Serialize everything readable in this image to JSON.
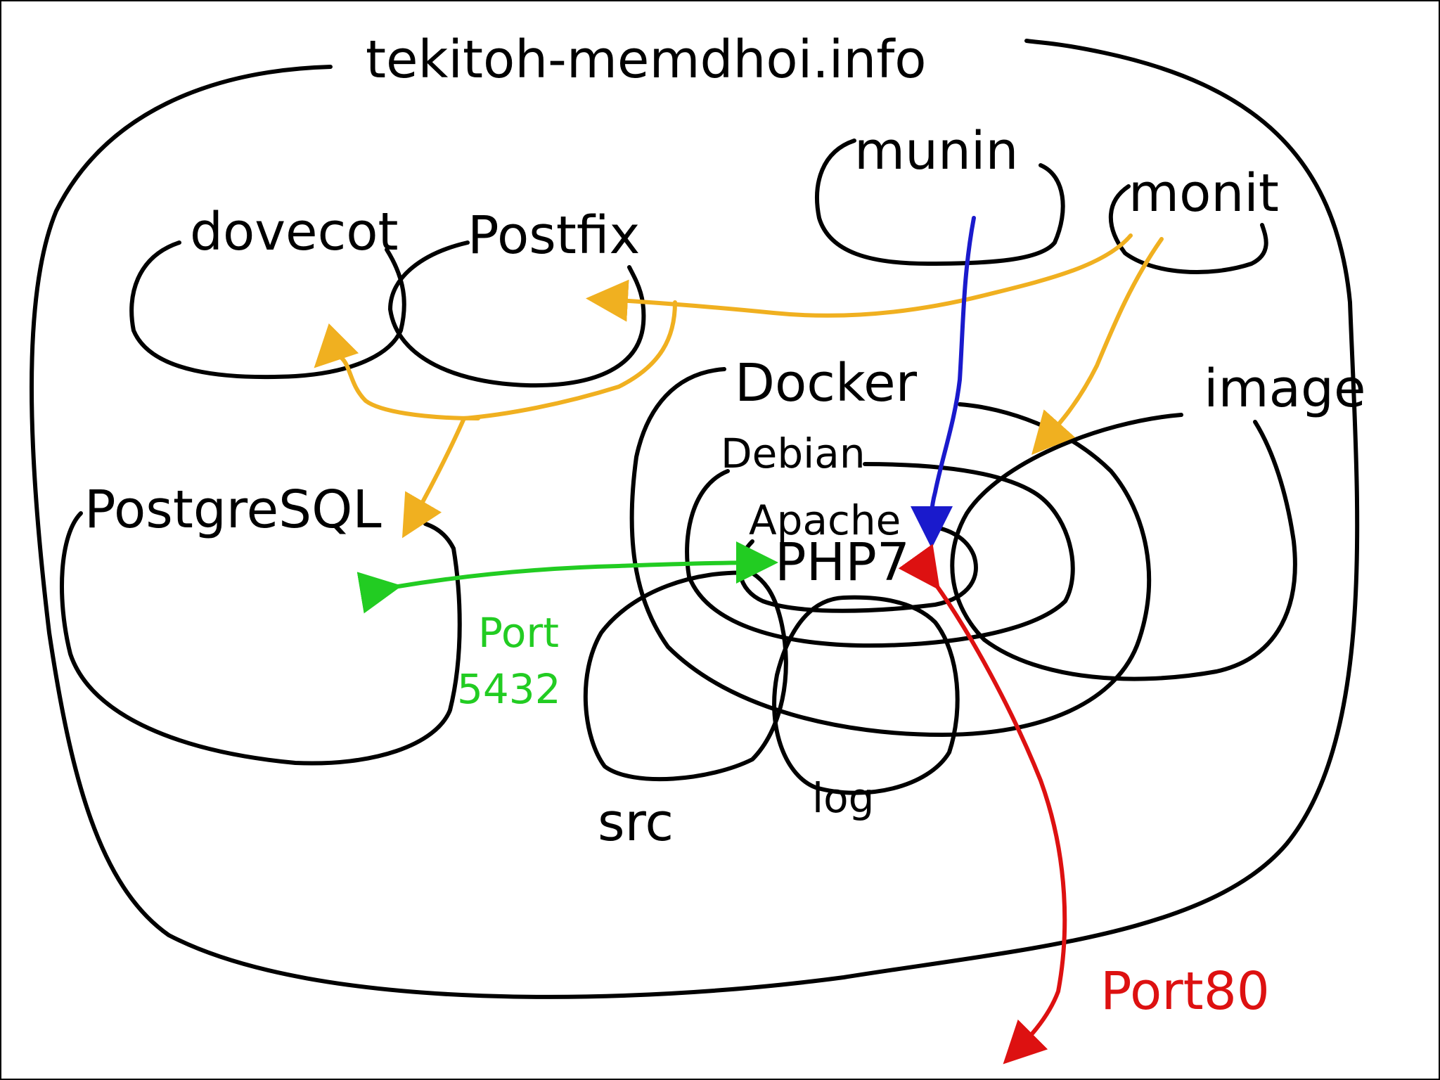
{
  "diagram": {
    "title": "tekitoh-memdhoi.info",
    "nodes": {
      "munin": "munin",
      "monit": "monit",
      "dovecot": "dovecot",
      "postfix": "Postfix",
      "docker": "Docker",
      "image": "image",
      "debian": "Debian",
      "postgresql": "PostgreSQL",
      "apache": "Apache",
      "php": "PHP7",
      "src": "src",
      "log": "log"
    },
    "annotations": {
      "postgres_port_1": "Port",
      "postgres_port_2": "5432",
      "http_port": "Port80"
    },
    "colors": {
      "outline": "#000000",
      "monit_arrows": "#f0b020",
      "munin_arrow": "#1a1acc",
      "postgres_link": "#22cc22",
      "http_link": "#dd1111",
      "background": "#ffffff"
    }
  }
}
